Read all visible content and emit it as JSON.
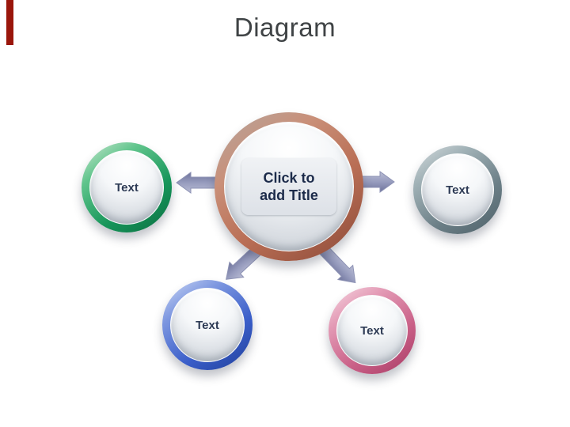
{
  "slide": {
    "title": "Diagram"
  },
  "center_node": {
    "label": "Click to\nadd Title"
  },
  "nodes": [
    {
      "id": "left",
      "label": "Text"
    },
    {
      "id": "right",
      "label": "Text"
    },
    {
      "id": "bottom-left",
      "label": "Text"
    },
    {
      "id": "bottom-right",
      "label": "Text"
    }
  ],
  "colors": {
    "accent_bar": "#9a160b",
    "title_text": "#3f4345",
    "center_ring": "#b96e55",
    "left_ring": "#17955a",
    "right_ring": "#6b7e86",
    "bottom_left_ring": "#3a5ec9",
    "bottom_right_ring": "#c96087",
    "arrow": "#8b90b4",
    "node_label_text": "#2e3b55"
  }
}
